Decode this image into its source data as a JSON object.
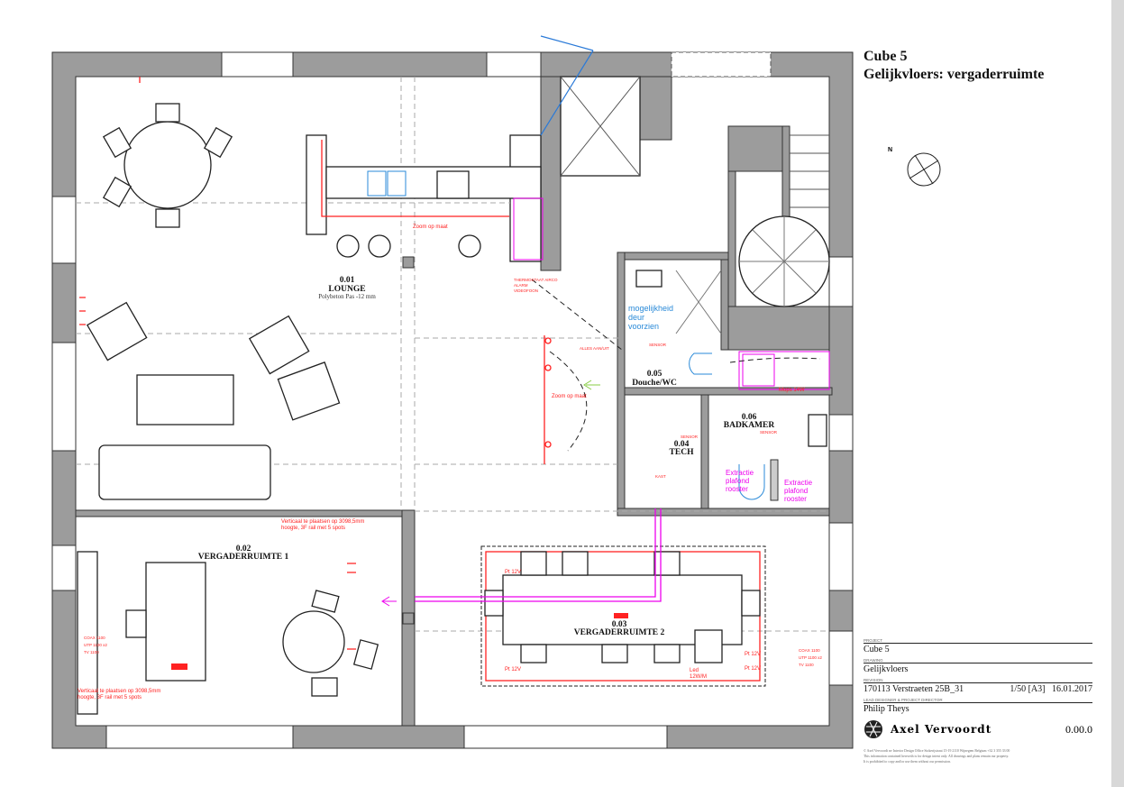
{
  "header": {
    "title": "Cube 5",
    "subtitle": "Gelijkvloers: vergaderruimte"
  },
  "compass": {
    "north_label": "N"
  },
  "rooms": [
    {
      "number": "0.01",
      "name": "LOUNGE",
      "detail": "Polybeton    Pas -12 mm"
    },
    {
      "number": "0.02",
      "name": "VERGADERRUIMTE 1"
    },
    {
      "number": "0.03",
      "name": "VERGADERRUIMTE 2"
    },
    {
      "number": "0.04",
      "name": "TECH"
    },
    {
      "number": "0.05",
      "name": "Douche/WC"
    },
    {
      "number": "0.06",
      "name": "BADKAMER"
    }
  ],
  "annotations": {
    "zoom1": "Zoom op maat",
    "zoom2": "Zoom op maat",
    "thermostat": [
      "THERMOSTAAT AIRCO",
      "ALARM",
      "VIDEOFOON"
    ],
    "alles_aan_uit": "ALLES AAN/UIT",
    "door_note": [
      "mogelijkheid",
      "deur",
      "voorzien"
    ],
    "vertical_spots_1": [
      "Verticaal te plaatsen op 3098,5mm",
      "hoogte, 3F rail met 5 spots"
    ],
    "vertical_spots_2": [
      "Verticaal te plaatsen op 3098,5mm",
      "hoogte, 3F rail met 5 spots"
    ],
    "pt12v": "Pt 12V",
    "led": [
      "Led",
      "12W/M"
    ],
    "extractie": [
      "Extractie",
      "plafond",
      "rooster"
    ],
    "sensor": "SENSOR",
    "mops": "Mops 14W",
    "kast": "KAST",
    "outlets": [
      "COAX 1100",
      "UTP 1100 x2",
      "TV 1100"
    ]
  },
  "title_block": {
    "project_label": "PROJECT",
    "project": "Cube 5",
    "drawing_label": "DRAWING",
    "drawing": "Gelijkvloers",
    "revision_label": "REVISION",
    "revision": "170113 Verstraeten 25B_31",
    "scale": "1/50 [A3]",
    "date": "16.01.2017",
    "designer_label": "LEAD DESIGNER & PROJECT DIRECTOR",
    "designer": "Philip Theys",
    "logo_text": "Axel Vervoordt",
    "sheet_number": "0.00.0",
    "footer": [
      "© Axel Vervoordt nv   Interior Design Office   Stokerijstraat 15-19   2110 Wijnegem   Belgium   +32 3 355 33 00",
      "This information contained herewith is for design intent only. All drawings and plans remain our property.",
      "It is prohibited to copy and/or use them without our permission."
    ]
  },
  "colors": {
    "wall": "#9c9c9c",
    "electrical": "#ff2222",
    "data_cable": "#ee00ee",
    "water": "#2a8ad8"
  }
}
